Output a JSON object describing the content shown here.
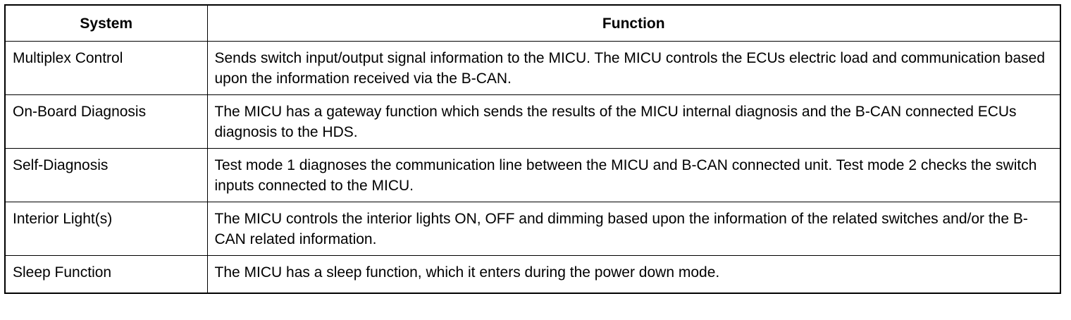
{
  "table": {
    "headers": {
      "system": "System",
      "function": "Function"
    },
    "rows": [
      {
        "system": "Multiplex Control",
        "function": "Sends switch input/output signal information to the MICU. The MICU controls the ECUs electric load and communication based upon the information received via the B-CAN."
      },
      {
        "system": "On-Board Diagnosis",
        "function": "The MICU has a gateway function which sends the results of the MICU internal diagnosis and the B-CAN connected ECUs diagnosis to the HDS."
      },
      {
        "system": "Self-Diagnosis",
        "function": "Test mode 1 diagnoses the communication line between the MICU and B-CAN connected unit. Test mode 2 checks the switch inputs connected to the MICU."
      },
      {
        "system": "Interior Light(s)",
        "function": "The MICU controls the interior lights ON, OFF and dimming based upon the information of the related switches and/or the B-CAN related information."
      },
      {
        "system": "Sleep Function",
        "function": "The MICU has a sleep function, which it enters during the power down mode."
      }
    ]
  }
}
